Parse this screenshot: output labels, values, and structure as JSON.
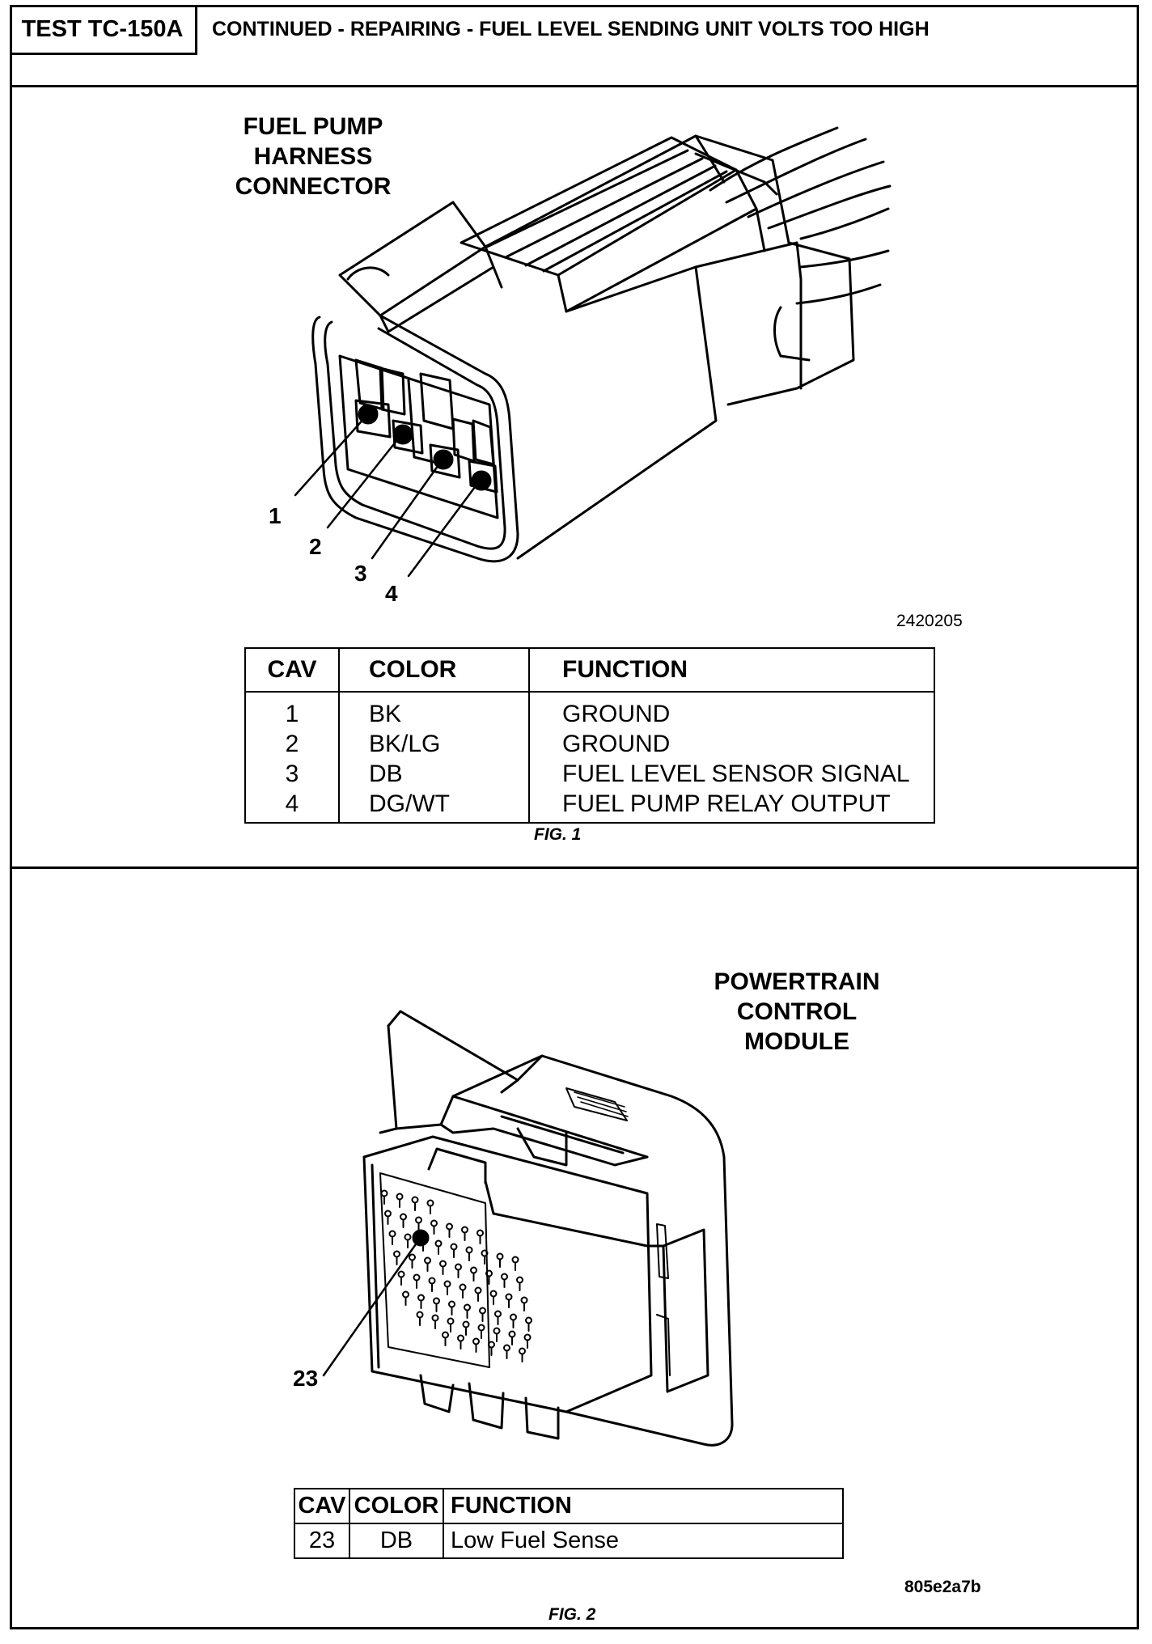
{
  "header": {
    "test_id": "TEST TC-150A",
    "title": "CONTINUED - REPAIRING - FUEL LEVEL SENDING UNIT VOLTS TOO HIGH"
  },
  "figure1": {
    "label_lines": [
      "FUEL PUMP",
      "HARNESS",
      "CONNECTOR"
    ],
    "pin_callouts": [
      "1",
      "2",
      "3",
      "4"
    ],
    "image_code": "2420205",
    "caption": "FIG. 1",
    "table": {
      "headers": [
        "CAV",
        "COLOR",
        "FUNCTION"
      ],
      "rows": [
        [
          "1",
          "BK",
          "GROUND"
        ],
        [
          "2",
          "BK/LG",
          "GROUND"
        ],
        [
          "3",
          "DB",
          "FUEL LEVEL SENSOR SIGNAL"
        ],
        [
          "4",
          "DG/WT",
          "FUEL PUMP RELAY OUTPUT"
        ]
      ]
    }
  },
  "figure2": {
    "label_lines": [
      "POWERTRAIN",
      "CONTROL",
      "MODULE"
    ],
    "pin_callout": "23",
    "image_code": "805e2a7b",
    "caption": "FIG. 2",
    "table": {
      "headers": [
        "CAV",
        "COLOR",
        "FUNCTION"
      ],
      "rows": [
        [
          "23",
          "DB",
          "Low Fuel Sense"
        ]
      ]
    }
  }
}
